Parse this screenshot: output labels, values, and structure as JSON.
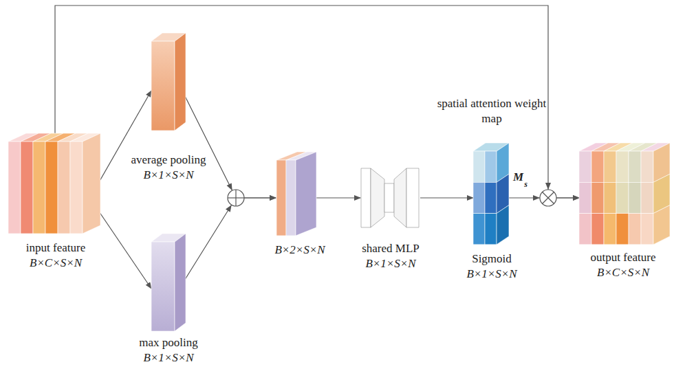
{
  "diagram": {
    "nodes": [
      {
        "text": [
          "input feature",
          "B×C×S×N"
        ]
      },
      {
        "text": [
          "average pooling",
          "B×1×S×N"
        ]
      },
      {
        "text": [
          "max pooling",
          "B×1×S×N"
        ]
      },
      {
        "text": [
          "B×2×S×N"
        ]
      },
      {
        "text": [
          "shared MLP",
          "B×1×S×N"
        ]
      },
      {
        "text": [
          "spatial attention weight map",
          "Sigmoid",
          "B×1×S×N"
        ]
      },
      {
        "text": [
          "output feature",
          "B×C×S×N"
        ]
      }
    ],
    "edges": [
      {
        "from": 0,
        "to": 1,
        "arrow": "to"
      },
      {
        "from": 0,
        "to": 2,
        "arrow": "to"
      },
      {
        "from": 1,
        "to": 3,
        "arrow": "to"
      },
      {
        "from": 2,
        "to": 3,
        "arrow": "to"
      },
      {
        "from": 3,
        "to": 4,
        "arrow": "to"
      },
      {
        "from": 4,
        "to": 5,
        "arrow": "to"
      },
      {
        "from": 5,
        "to": 6,
        "arrow": "to"
      },
      {
        "from": 0,
        "to": 6,
        "arrow": "to"
      }
    ],
    "labels": [
      "M",
      "s"
    ]
  }
}
